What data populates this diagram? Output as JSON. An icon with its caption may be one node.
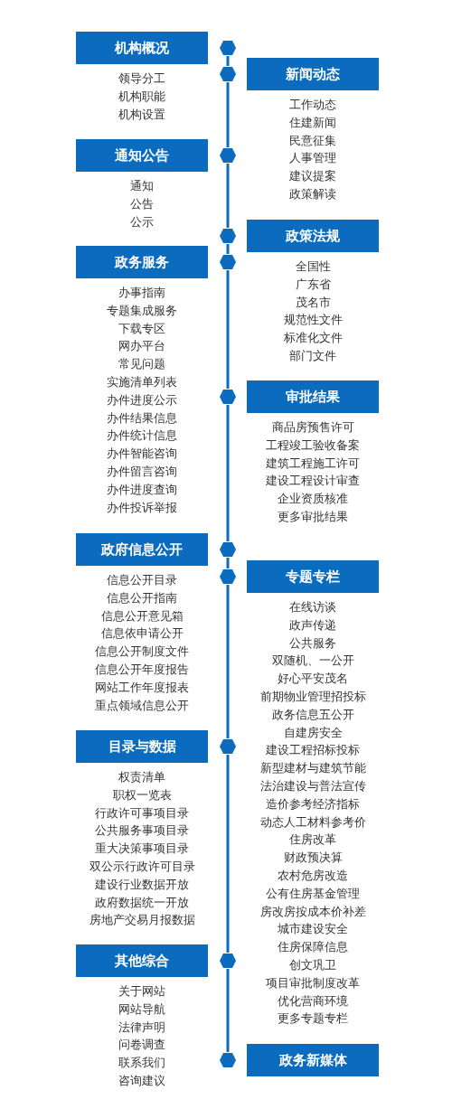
{
  "diagram": {
    "nodes": [
      {
        "text": [
          "机构概况"
        ],
        "beside": [
          "领导分工",
          "机构职能",
          "机构设置"
        ]
      },
      {
        "text": [
          "新闻动态"
        ],
        "beside": [
          "工作动态",
          "住建新闻",
          "民意征集",
          "人事管理",
          "建议提案",
          "政策解读"
        ]
      },
      {
        "text": [
          "通知公告"
        ],
        "beside": [
          "通知",
          "公告",
          "公示"
        ]
      },
      {
        "text": [
          "政策法规"
        ],
        "beside": [
          "全国性",
          "广东省",
          "茂名市",
          "规范性文件",
          "标准化文件",
          "部门文件"
        ]
      },
      {
        "text": [
          "政务服务"
        ],
        "beside": [
          "办事指南",
          "专题集成服务",
          "下载专区",
          "网办平台",
          "常见问题",
          "实施清单列表",
          "办件进度公示",
          "办件结果信息",
          "办件统计信息",
          "办件智能咨询",
          "办件留言咨询",
          "办件进度查询",
          "办件投诉举报"
        ]
      },
      {
        "text": [
          "审批结果"
        ],
        "beside": [
          "商品房预售许可",
          "工程竣工验收备案",
          "建筑工程施工许可",
          "建设工程设计审查",
          "企业资质核准",
          "更多审批结果"
        ]
      },
      {
        "text": [
          "政府信息公开"
        ],
        "beside": [
          "信息公开目录",
          "信息公开指南",
          "信息公开意见箱",
          "信息依申请公开",
          "信息公开制度文件",
          "信息公开年度报告",
          "网站工作年度报表",
          "重点领域信息公开"
        ]
      },
      {
        "text": [
          "专题专栏"
        ],
        "beside": [
          "在线访谈",
          "政声传递",
          "公共服务",
          "双随机、一公开",
          "好心平安茂名",
          "前期物业管理招投标",
          "政务信息五公开",
          "自建房安全",
          "建设工程招标投标",
          "新型建材与建筑节能",
          "法治建设与普法宣传",
          "造价参考经济指标",
          "动态人工材料参考价",
          "住房改革",
          "财政预决算",
          "农村危房改造",
          "公有住房基金管理",
          "房改房按成本价补差",
          "城市建设安全",
          "住房保障信息",
          "创文巩卫",
          "项目审批制度改革",
          "优化营商环境",
          "更多专题专栏"
        ]
      },
      {
        "text": [
          "目录与数据"
        ],
        "beside": [
          "权责清单",
          "职权一览表",
          "行政许可事项目录",
          "公共服务事项目录",
          "重大决策事项目录",
          "双公示行政许可目录",
          "建设行业数据开放",
          "政府数据统一开放",
          "房地产交易月报数据"
        ]
      },
      {
        "text": [
          "其他综合"
        ],
        "beside": [
          "关于网站",
          "网站导航",
          "法律声明",
          "问卷调查",
          "联系我们",
          "咨询建议"
        ]
      },
      {
        "text": [
          "政务新媒体"
        ]
      },
      {
        "text": [],
        "shape": "hexagon"
      },
      {
        "text": [],
        "shape": "hexagon"
      },
      {
        "text": [],
        "shape": "hexagon"
      },
      {
        "text": [],
        "shape": "hexagon"
      },
      {
        "text": [],
        "shape": "hexagon"
      },
      {
        "text": [],
        "shape": "hexagon"
      },
      {
        "text": [],
        "shape": "hexagon"
      },
      {
        "text": [],
        "shape": "hexagon"
      },
      {
        "text": [],
        "shape": "hexagon"
      },
      {
        "text": [],
        "shape": "hexagon"
      },
      {
        "text": [],
        "shape": "hexagon"
      }
    ],
    "edges": [
      {
        "from": 11,
        "to": 12,
        "arrow": "none"
      },
      {
        "from": 12,
        "to": 13,
        "arrow": "none"
      },
      {
        "from": 13,
        "to": 14,
        "arrow": "none"
      },
      {
        "from": 14,
        "to": 15,
        "arrow": "none"
      },
      {
        "from": 15,
        "to": 16,
        "arrow": "none"
      },
      {
        "from": 16,
        "to": 17,
        "arrow": "none"
      },
      {
        "from": 17,
        "to": 18,
        "arrow": "none"
      },
      {
        "from": 18,
        "to": 19,
        "arrow": "none"
      },
      {
        "from": 19,
        "to": 20,
        "arrow": "none"
      },
      {
        "from": 20,
        "to": 21,
        "arrow": "none"
      }
    ]
  }
}
